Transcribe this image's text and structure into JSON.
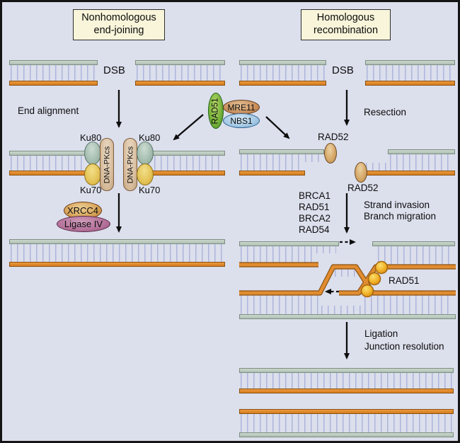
{
  "titles": {
    "nhej": [
      "Nonhomologous",
      "end-joining"
    ],
    "hr": [
      "Homologous",
      "recombination"
    ]
  },
  "labels": {
    "dsb": "DSB",
    "end_alignment": "End alignment",
    "resection": "Resection",
    "strand_invasion": "Strand invasion",
    "branch_migration": "Branch migration",
    "ligation": "Ligation",
    "junction_resolution": "Junction resolution"
  },
  "proteins": {
    "rad51": "RAD51",
    "mre11": "MRE11",
    "nbs1": "NBS1",
    "ku80": "Ku80",
    "ku70": "Ku70",
    "dna_pkcs": "DNA-PKcs",
    "xrcc4": "XRCC4",
    "ligase4": "Ligase IV",
    "rad52": "RAD52"
  },
  "hr_factors": [
    "BRCA1",
    "RAD51",
    "BRCA2",
    "RAD54"
  ],
  "colors": {
    "background": "#dcdfec",
    "frame": "#151515",
    "dna_top_strand_green": "#b7c6bb",
    "dna_bottom_strand_orange": "#e08b2c",
    "base_pair_rung": "#adb6dc",
    "title_box_fill": "#f9f5da",
    "rad51_filament_ball": "#f2b52c",
    "rad51_ellipse": "#79b33c",
    "mre11_ellipse": "#c98f5c",
    "nbs1_ellipse": "#a3c8e4",
    "ku80_ellipse": "#a3bcae",
    "ku70_ellipse": "#e3c255",
    "dna_pkcs_capsule": "#d9bfa0",
    "xrcc4_ellipse": "#d9a75c",
    "ligase4_ellipse": "#b4719a",
    "rad52_ellipse": "#d6a96a"
  }
}
